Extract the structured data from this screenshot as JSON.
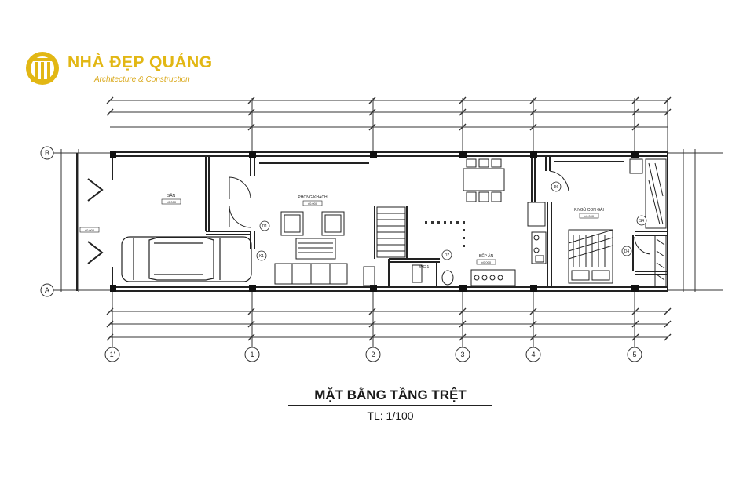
{
  "brand": {
    "name": "NHÀ ĐẸP QUẢNG",
    "tagline": "Architecture & Construction",
    "color": "#e2b714"
  },
  "drawing": {
    "title": "MẶT BẰNG TẦNG TRỆT",
    "scale": "TL: 1/100",
    "grid_columns": [
      "1'",
      "1",
      "2",
      "3",
      "4",
      "5"
    ],
    "grid_rows": [
      "A",
      "B"
    ],
    "rooms": {
      "garage": "SÂN",
      "living": "PHÒNG KHÁCH",
      "kitchen": "BẾP ĂN",
      "bedroom": "P.NGỦ CON GÁI"
    },
    "level_tags": [
      "±0.000",
      "±0.000",
      "±0.000",
      "±0.000",
      "±0.000"
    ],
    "door_tags": [
      "D1",
      "K1",
      "D7",
      "D6",
      "D4",
      "S4"
    ],
    "wc_label": "WC 1"
  },
  "colors": {
    "line": "#2a2a2a",
    "column": "#111111",
    "accent": "#e2b714"
  }
}
